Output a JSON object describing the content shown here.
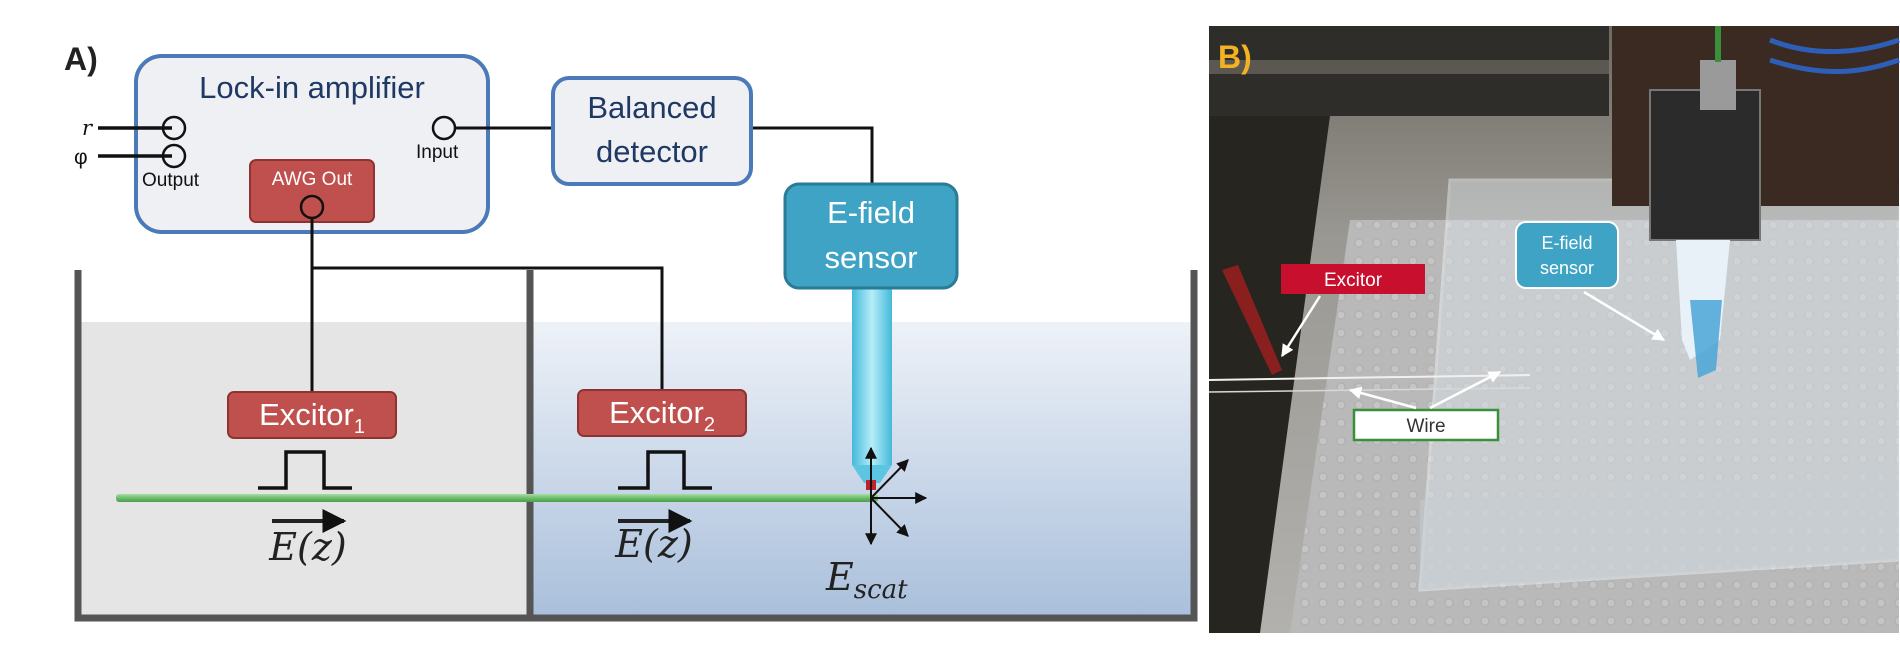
{
  "panel_a": {
    "label": "A)",
    "lockin": {
      "title": "Lock-in amplifier",
      "input_r": "r",
      "input_phi": "φ",
      "output_label": "Output",
      "input_label": "Input",
      "awg_label": "AWG Out"
    },
    "detector": {
      "line1": "Balanced",
      "line2": "detector"
    },
    "sensor": {
      "line1": "E-field",
      "line2": "sensor"
    },
    "excitor1": {
      "name": "Excitor",
      "sub": "1"
    },
    "excitor2": {
      "name": "Excitor",
      "sub": "2"
    },
    "field_label_1": "E(z)",
    "field_label_2": "E(z)",
    "scatter_label": {
      "base": "E",
      "sub": "scat"
    },
    "colors": {
      "box_border": "#4a7ab8",
      "box_fill": "#eef1f6",
      "excitor": "#c0504d",
      "sensor": "#3ea3c4",
      "wire": "#7cc47c",
      "tank_left": "#e6e6e6",
      "tank_right": "#b8c9df",
      "text": "#1f3864"
    }
  },
  "panel_b": {
    "label": "B)",
    "excitor_tag": "Excitor",
    "sensor_tag_line1": "E-field",
    "sensor_tag_line2": "sensor",
    "wire_tag": "Wire",
    "photo": "photograph of experimental setup with scanning head above a clear water tank"
  }
}
